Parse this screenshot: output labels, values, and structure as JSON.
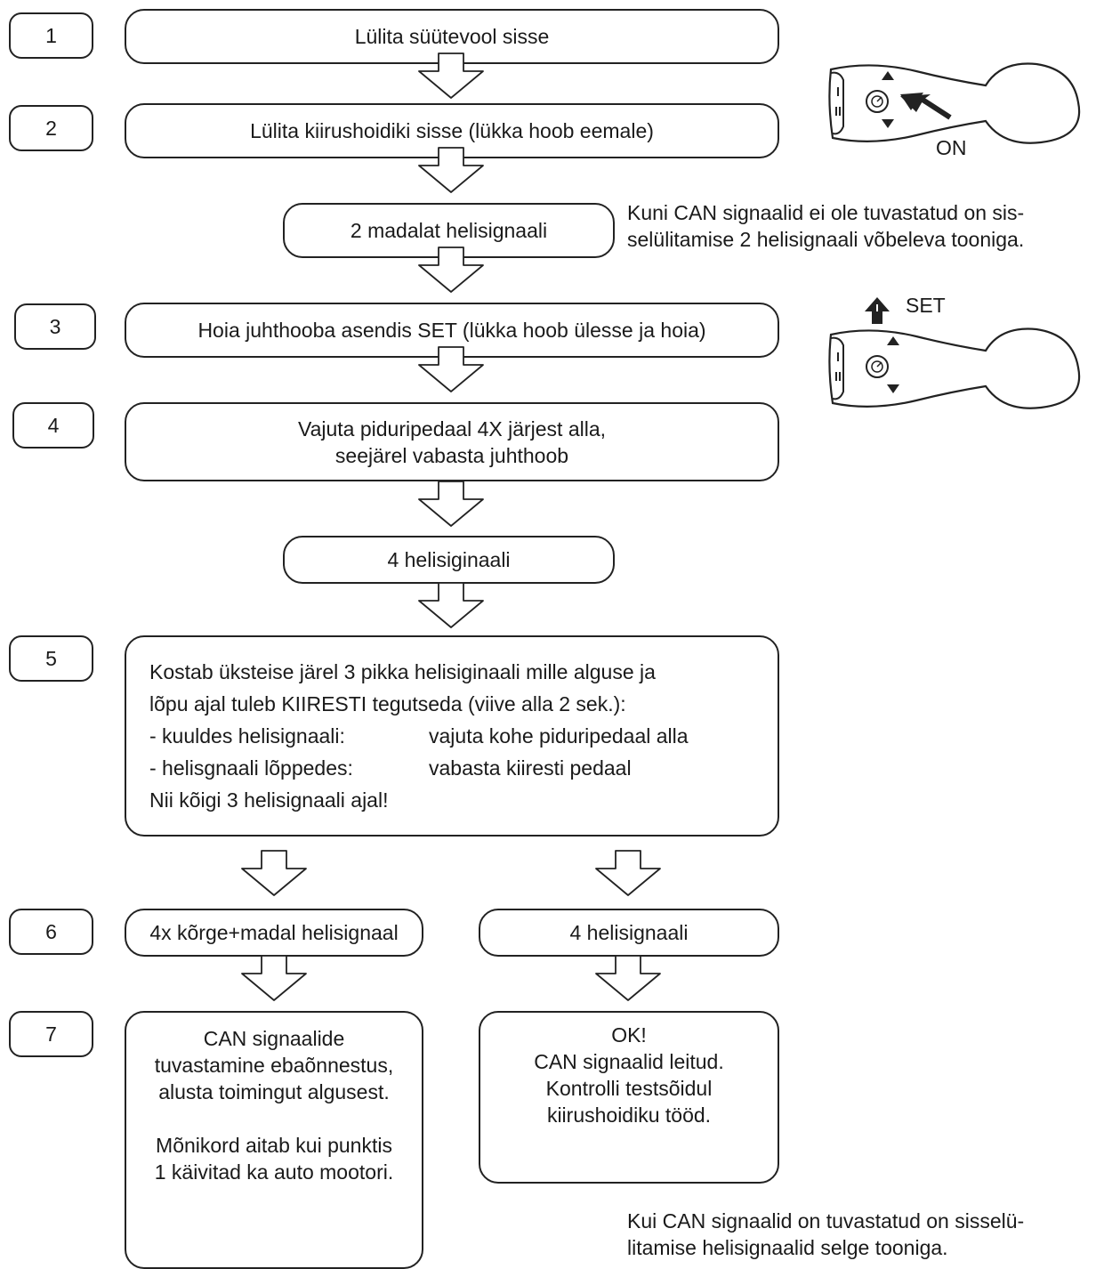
{
  "step_numbers": [
    "1",
    "2",
    "3",
    "4",
    "5",
    "6",
    "7"
  ],
  "steps": {
    "s1": "Lülita süütevool sisse",
    "s2": "Lülita kiirushoidiki sisse (lükka hoob eemale)",
    "s2b": "2 madalat helisignaali",
    "s3": "Hoia juhthooba asendis SET (lükka hoob ülesse ja hoia)",
    "s4_lines": [
      "Vajuta piduripedaal 4X järjest alla,",
      "seejärel vabasta juhthoob"
    ],
    "s4b": "4 helisiginaali",
    "s5_lines": [
      "Kostab üksteise järel 3 pikka helisiginaali mille alguse ja",
      "lõpu ajal tuleb KIIRESTI tegutseda (viive alla 2 sek.):"
    ],
    "s5_rows": [
      {
        "a": "- kuuldes helisignaali:",
        "b": "vajuta kohe piduripedaal alla"
      },
      {
        "a": "- helisgnaali lõppedes:",
        "b": "vabasta kiiresti pedaal"
      }
    ],
    "s5_last": "Nii kõigi 3 helisignaali ajal!",
    "s6_left": "4x kõrge+madal helisignaal",
    "s6_right": "4 helisignaali",
    "s7_left_lines": [
      "CAN signaalide",
      "tuvastamine ebaõnnestus,",
      "alusta toimingut algusest.",
      "",
      "Mõnikord aitab kui punktis",
      "1 käivitad ka auto mootori."
    ],
    "s7_right_lines": [
      "OK!",
      "CAN signaalid leitud.",
      "Kontrolli testsõidul",
      "kiirushoidiku tööd."
    ]
  },
  "notes": {
    "top_lines": [
      "Kuni CAN signaalid ei ole tuvastatud on sis-",
      "selülitamise 2 helisignaali võbeleva tooniga."
    ],
    "bottom_lines": [
      "Kui CAN signaalid on tuvastatud on sisselü-",
      "litamise helisignaalid selge tooniga."
    ]
  },
  "illustrations": {
    "on_label": "ON",
    "set_label": "SET",
    "icons": [
      "cruise-lever-icon",
      "arrow-icon",
      "speedometer-icon"
    ]
  }
}
